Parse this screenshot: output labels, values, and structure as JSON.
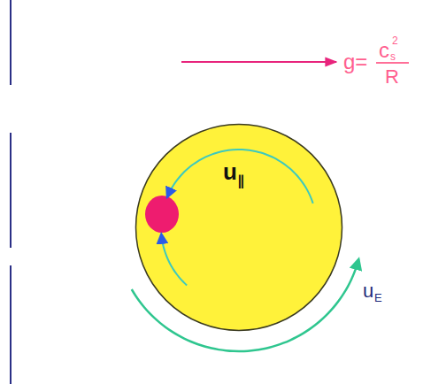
{
  "diagram": {
    "nodes": [
      {
        "text": [
          "u",
          "∥"
        ]
      }
    ],
    "labels": [
      "g=",
      "c",
      "s",
      "2",
      "R",
      "u",
      "E"
    ]
  }
}
